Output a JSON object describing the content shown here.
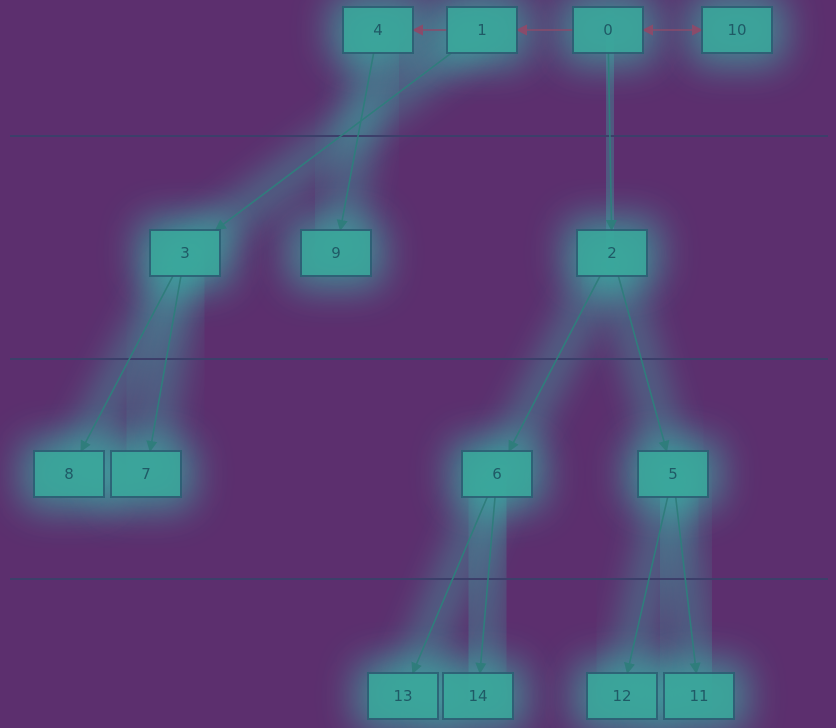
{
  "diagram": {
    "kind": "tree",
    "colors": {
      "background": "#5c2f6e",
      "glow": "#36c8b0",
      "node_fill": "#3aa99c",
      "node_border": "#2a5f73",
      "edge": "#2f7d7c",
      "sibling_edge": "#8a4b6a",
      "level_line": "#3c3f6a"
    },
    "nodes": [
      {
        "id": "n0",
        "label": "0",
        "level": 0
      },
      {
        "id": "n1",
        "label": "1",
        "level": 0
      },
      {
        "id": "n4",
        "label": "4",
        "level": 0
      },
      {
        "id": "n10",
        "label": "10",
        "level": 0
      },
      {
        "id": "n3",
        "label": "3",
        "level": 1
      },
      {
        "id": "n9",
        "label": "9",
        "level": 1
      },
      {
        "id": "n2",
        "label": "2",
        "level": 1
      },
      {
        "id": "n8",
        "label": "8",
        "level": 2
      },
      {
        "id": "n7",
        "label": "7",
        "level": 2
      },
      {
        "id": "n6",
        "label": "6",
        "level": 2
      },
      {
        "id": "n5",
        "label": "5",
        "level": 2
      },
      {
        "id": "n13",
        "label": "13",
        "level": 3
      },
      {
        "id": "n14",
        "label": "14",
        "level": 3
      },
      {
        "id": "n12",
        "label": "12",
        "level": 3
      },
      {
        "id": "n11",
        "label": "11",
        "level": 3
      }
    ],
    "edges": [
      {
        "from": "n0",
        "to": "n1",
        "type": "sibling"
      },
      {
        "from": "n1",
        "to": "n4",
        "type": "sibling"
      },
      {
        "from": "n0",
        "to": "n10",
        "type": "sibling"
      },
      {
        "from": "n1",
        "to": "n3",
        "type": "child"
      },
      {
        "from": "n4",
        "to": "n9",
        "type": "child"
      },
      {
        "from": "n0",
        "to": "n2",
        "type": "child"
      },
      {
        "from": "n3",
        "to": "n8",
        "type": "child"
      },
      {
        "from": "n3",
        "to": "n7",
        "type": "child"
      },
      {
        "from": "n2",
        "to": "n6",
        "type": "child"
      },
      {
        "from": "n2",
        "to": "n5",
        "type": "child"
      },
      {
        "from": "n6",
        "to": "n13",
        "type": "child"
      },
      {
        "from": "n6",
        "to": "n14",
        "type": "child"
      },
      {
        "from": "n5",
        "to": "n12",
        "type": "child"
      },
      {
        "from": "n5",
        "to": "n11",
        "type": "child"
      }
    ]
  }
}
